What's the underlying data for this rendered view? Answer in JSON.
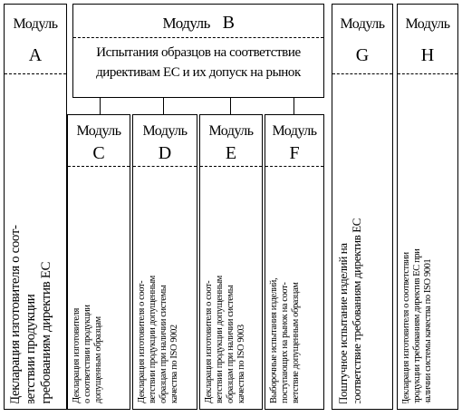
{
  "modules": {
    "A": {
      "word": "Модуль",
      "letter": "A",
      "text": "Декларация изготовителя о соот-\nветствии продукции\nтребованиям директив ЕС"
    },
    "B": {
      "word": "Модуль",
      "letter": "B",
      "desc": "Испытания образцов на соответствие\nдирективам ЕС и их допуск на рынок"
    },
    "C": {
      "word": "Модуль",
      "letter": "C",
      "text": "Декларация изготовителя\nо соответствии продукции\nдопущенным образцам"
    },
    "D": {
      "word": "Модуль",
      "letter": "D",
      "text": "Декларация изготовителя о соот-\nветствии продукции допущенным\nобразцам при наличии системы\nкачества по ISO 9002"
    },
    "E": {
      "word": "Модуль",
      "letter": "E",
      "text": "Декларация изготовителя о соот-\nветствии продукции допущенным\nобразцам при наличии системы\nкачества по ISO 9003"
    },
    "F": {
      "word": "Модуль",
      "letter": "F",
      "text": "Выборочные испытания изделий,\nпоступающих на рынок на соот-\nветствие допущенным образцам"
    },
    "G": {
      "word": "Модуль",
      "letter": "G",
      "text": "Поштучное испытание изделий на\nсоответствие требованиям директив ЕС"
    },
    "H": {
      "word": "Модуль",
      "letter": "H",
      "text": "Декларация изготовителя о соответствии\nпродукции требованиям директив ЕС при\nналичии системы качества по ISO 9001"
    }
  }
}
